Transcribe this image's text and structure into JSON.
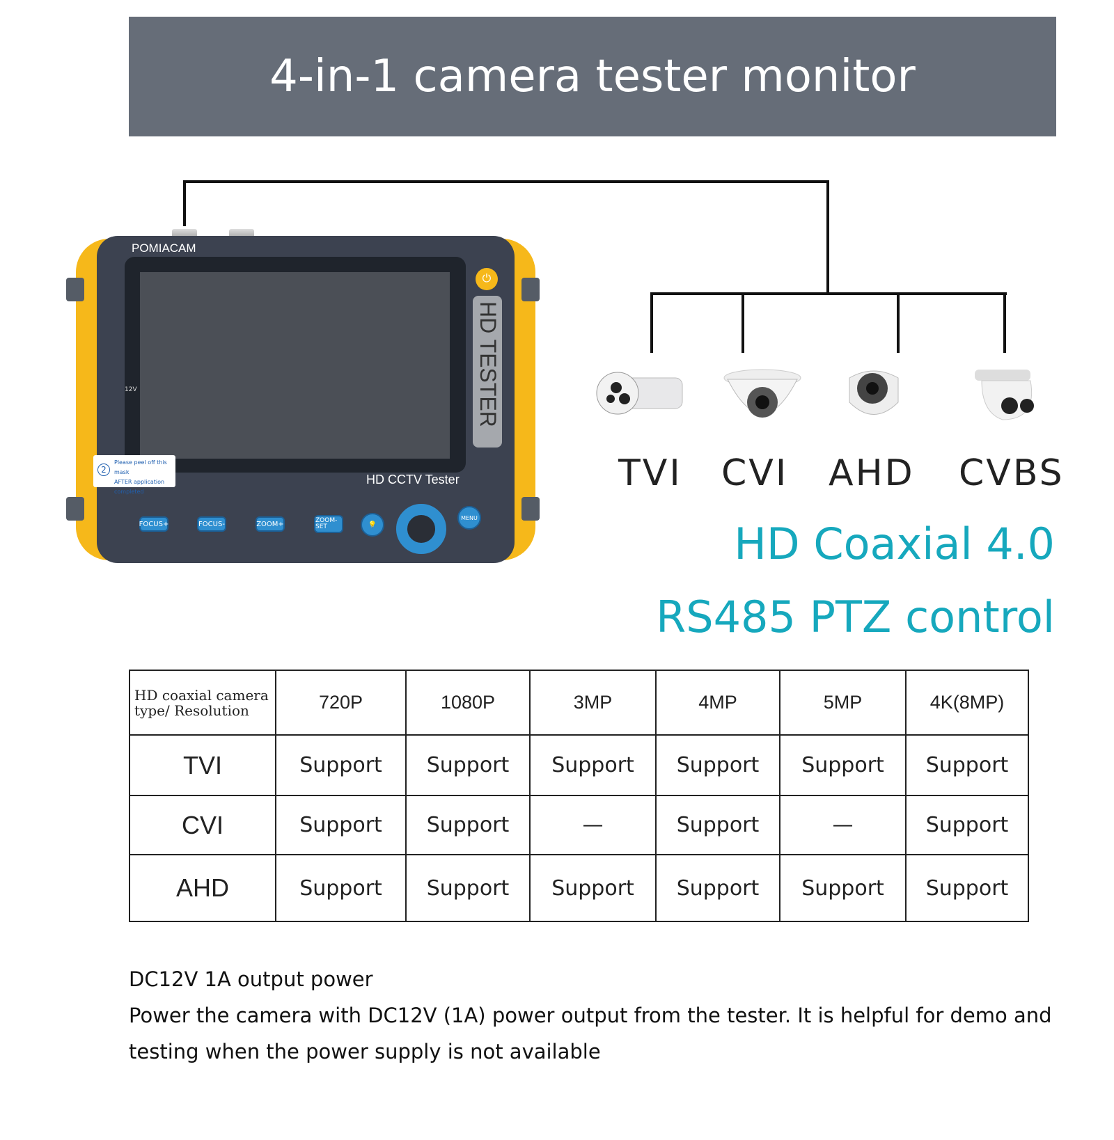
{
  "banner": {
    "title": "4-in-1 camera tester monitor"
  },
  "device": {
    "brand": "POMIACAM",
    "side_label": "HD TESTER",
    "screen_label": "HD CCTV Tester",
    "sticker_number": "2",
    "sticker_line1": "Please peel off this mask",
    "sticker_line2": "AFTER application completed",
    "indicators": [
      "12V"
    ],
    "buttons": [
      "FOCUS+",
      "FOCUS-",
      "ZOOM+",
      "ZOOM-SET",
      "MENU"
    ],
    "body_color": "#3c4250",
    "bumper_color": "#f6b81a",
    "button_color": "#2f8fd0"
  },
  "cameras": [
    {
      "label": "TVI",
      "icon": "bullet-camera"
    },
    {
      "label": "CVI",
      "icon": "dome-camera"
    },
    {
      "label": "AHD",
      "icon": "dome-camera"
    },
    {
      "label": "CVBS",
      "icon": "turret-camera"
    }
  ],
  "features": [
    "HD Coaxial 4.0",
    "RS485 PTZ control"
  ],
  "accent_color": "#16a8bd",
  "table": {
    "corner": "HD coaxial camera type/ Resolution",
    "columns": [
      "720P",
      "1080P",
      "3MP",
      "4MP",
      "5MP",
      "4K(8MP)"
    ],
    "rows": [
      {
        "type": "TVI",
        "cells": [
          "Support",
          "Support",
          "Support",
          "Support",
          "Support",
          "Support"
        ]
      },
      {
        "type": "CVI",
        "cells": [
          "Support",
          "Support",
          "—",
          "Support",
          "—",
          "Support"
        ]
      },
      {
        "type": "AHD",
        "cells": [
          "Support",
          "Support",
          "Support",
          "Support",
          "Support",
          "Support"
        ]
      }
    ]
  },
  "power": {
    "heading": "DC12V 1A output power",
    "line1": "Power the camera with DC12V (1A) power output from the tester. It is helpful for demo and",
    "line2": "testing when the power supply is not available"
  }
}
